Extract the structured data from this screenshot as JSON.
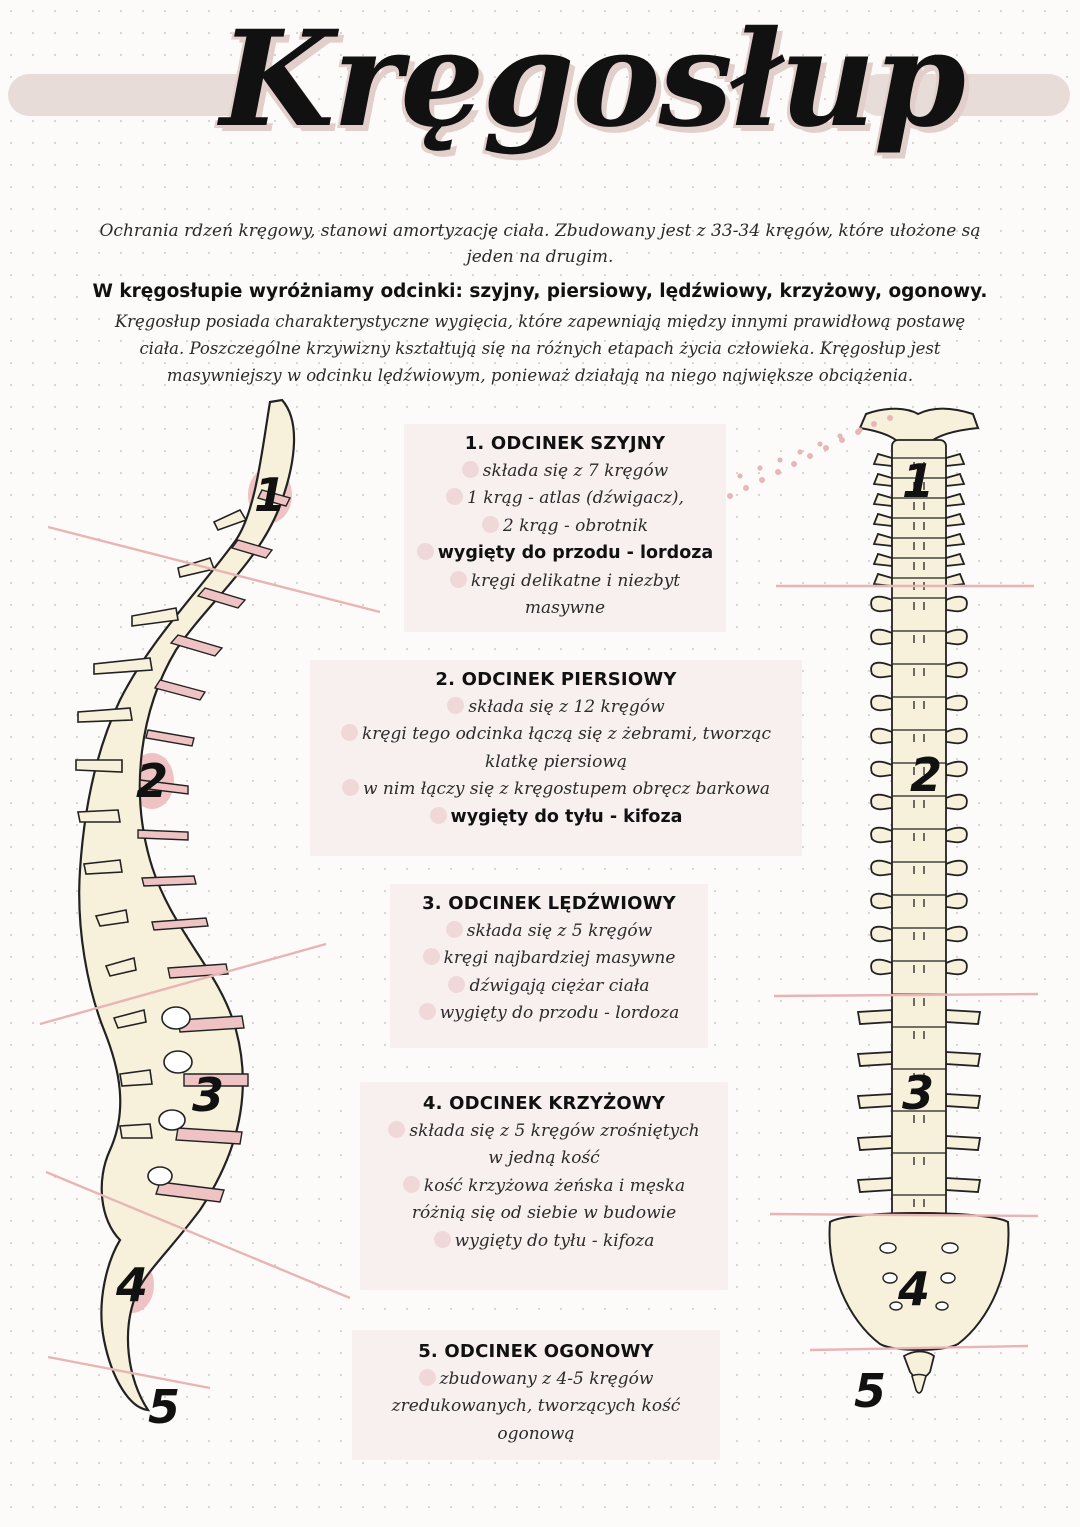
{
  "title": "Kręgosłup",
  "intro": {
    "line1": "Ochrania rdzeń kręgowy, stanowi amortyzację ciała.  Zbudowany jest z 33-34 kręgów, które ułożone są",
    "line2": "jeden na drugim.",
    "bold": "W kręgosłupie wyróżniamy odcinki: szyjny, piersiowy, lędźwiowy, krzyżowy, ogonowy.",
    "p1": "Kręgosłup posiada charakterystyczne wygięcia, które zapewniają między innymi prawidłową postawę",
    "p2": "ciała. Poszczególne krzywizny kształtują się na różnych etapach życia człowieka. Kręgosłup jest",
    "p3": "masywniejszy w odcinku lędźwiowym, ponieważ działają na niego największe obciążenia."
  },
  "sections": [
    {
      "heading": "1.    ODCINEK SZYJNY",
      "lines": [
        "składa się z 7 kręgów",
        "1 krąg - atlas (dźwigacz),",
        "2 krąg - obrotnik",
        "wygięty do przodu - lordoza",
        "kręgi delikatne i niezbyt",
        "masywne"
      ]
    },
    {
      "heading": "2. ODCINEK PIERSIOWY",
      "lines": [
        "składa się z 12 kręgów",
        "kręgi tego odcinka łączą się z żebrami, tworząc",
        "klatkę piersiową",
        "w nim łączy się z kręgostupem obręcz barkowa",
        "wygięty do tyłu - kifoza"
      ]
    },
    {
      "heading": "3. ODCINEK LĘDŹWIOWY",
      "lines": [
        "składa się z 5 kręgów",
        "kręgi najbardziej masywne",
        "dźwigają ciężar ciała",
        "wygięty do przodu - lordoza"
      ]
    },
    {
      "heading": "4. ODCINEK KRZYŻOWY",
      "lines": [
        "składa się z 5 kręgów zrośniętych",
        "w jedną kość",
        "kość krzyżowa żeńska i męska",
        "różnią się od siebie w budowie",
        "wygięty do tyłu - kifoza"
      ]
    },
    {
      "heading": "5. ODCINEK OGONOWY",
      "lines": [
        "zbudowany z 4-5 kręgów",
        "zredukowanych, tworzących kość",
        "ogonową"
      ]
    }
  ],
  "labels": [
    "1",
    "2",
    "3",
    "4",
    "5"
  ],
  "colors": {
    "accent_pink": "#efc3c3",
    "bone": "#f7f0da",
    "banner": "#e8dcd9",
    "box": "#f8f0ef"
  }
}
